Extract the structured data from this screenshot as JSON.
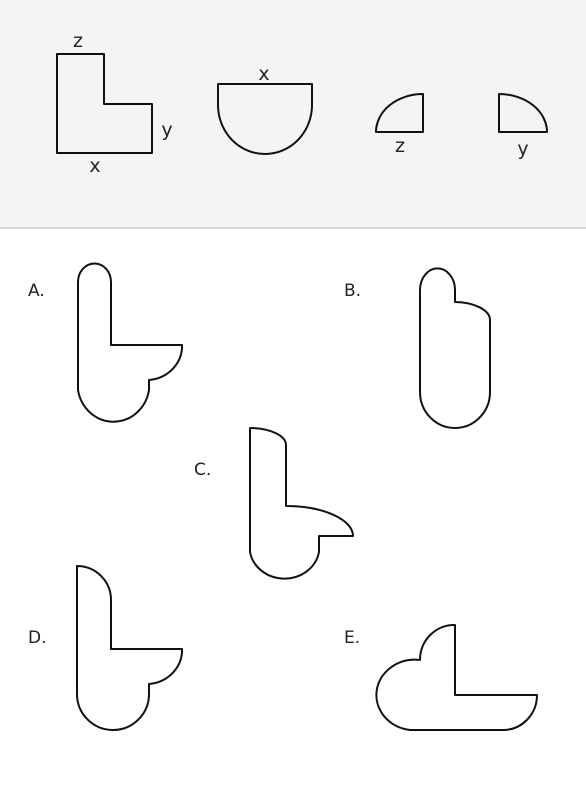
{
  "colors": {
    "header_background": "#f4f4f4",
    "divider": "#cccccc",
    "stroke": "#111111",
    "text": "#222222"
  },
  "pieces": {
    "l_shape": {
      "label_top": "z",
      "label_right": "y",
      "label_bottom": "x"
    },
    "semicircle": {
      "label_top": "x"
    },
    "quarter_circle_left": {
      "label_bottom": "z"
    },
    "quarter_circle_right": {
      "label_bottom": "y"
    }
  },
  "options": {
    "a": {
      "label": "A."
    },
    "b": {
      "label": "B."
    },
    "c": {
      "label": "C."
    },
    "d": {
      "label": "D."
    },
    "e": {
      "label": "E."
    }
  }
}
